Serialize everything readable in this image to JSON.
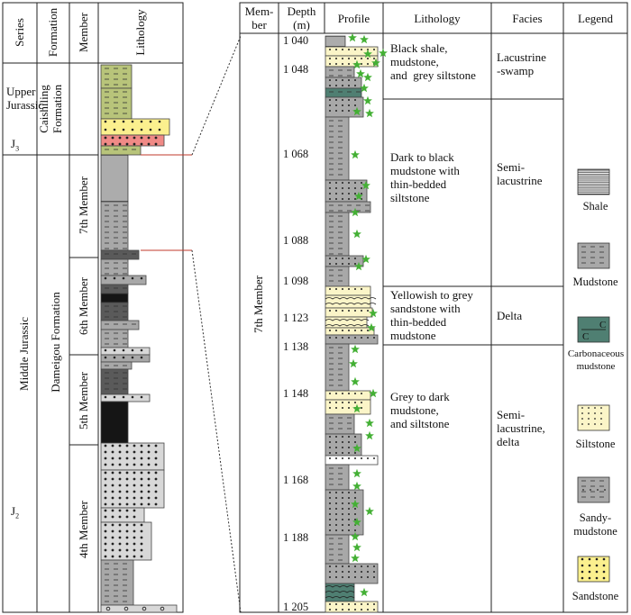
{
  "left": {
    "headers": [
      "Series",
      "Formation",
      "Member",
      "Lithology"
    ],
    "series": [
      {
        "line1": "Upper",
        "line2": "Jurassic",
        "sub": "J",
        "subsc": "3"
      },
      {
        "text": "Middle Jurassic",
        "sub": "J",
        "subsc": "2"
      }
    ],
    "formations": [
      {
        "line1": "Caishiling",
        "line2": "Formation"
      },
      {
        "text": "Dameigou Formation"
      }
    ],
    "members": [
      "7th Member",
      "6th Member",
      "5th Member",
      "4th Member"
    ]
  },
  "right": {
    "headers": {
      "member_l1": "Mem-",
      "member_l2": "ber",
      "depth_l1": "Depth",
      "depth_l2": "(m)",
      "profile": "Profile",
      "lithology": "Lithology",
      "facies": "Facies",
      "legend": "Legend"
    },
    "member": "7th Member",
    "depths": [
      "1 040",
      "1 048",
      "1 068",
      "1 088",
      "1 098",
      "1 123",
      "1 138",
      "1 148",
      "1 168",
      "1 188",
      "1 205"
    ],
    "lithology": [
      "Black shale,\nmudstone,\nand  grey siltstone",
      "Dark to black\nmudstone with\nthin-bedded\nsiltstone",
      "Yellowish to grey\nsandstone with\nthin-bedded\nmudstone",
      "Grey to dark\nmudstone,\nand siltstone"
    ],
    "facies": [
      "Lacustrine\n-swamp",
      "Semi-\nlacustrine",
      "Delta",
      "Semi-\nlacustrine,\ndelta"
    ],
    "legend": [
      "Shale",
      "Mudstone",
      "Carbonaceous\nmudstone",
      "Siltstone",
      "Sandy-\nmudstone",
      "Sandstone"
    ],
    "legend_carb_letter": "C"
  },
  "colors": {
    "mudstone": "#a8a8a8",
    "dark_mudstone": "#5a5a5a",
    "coal": "#151515",
    "siltstone": "#fbf5c8",
    "sandstone": "#fbf08e",
    "olive": "#b8c47a",
    "red_layer": "#f08a86",
    "light_sand": "#d8d8d8",
    "carbonaceous": "#4f7f72",
    "star": "#44b035"
  }
}
